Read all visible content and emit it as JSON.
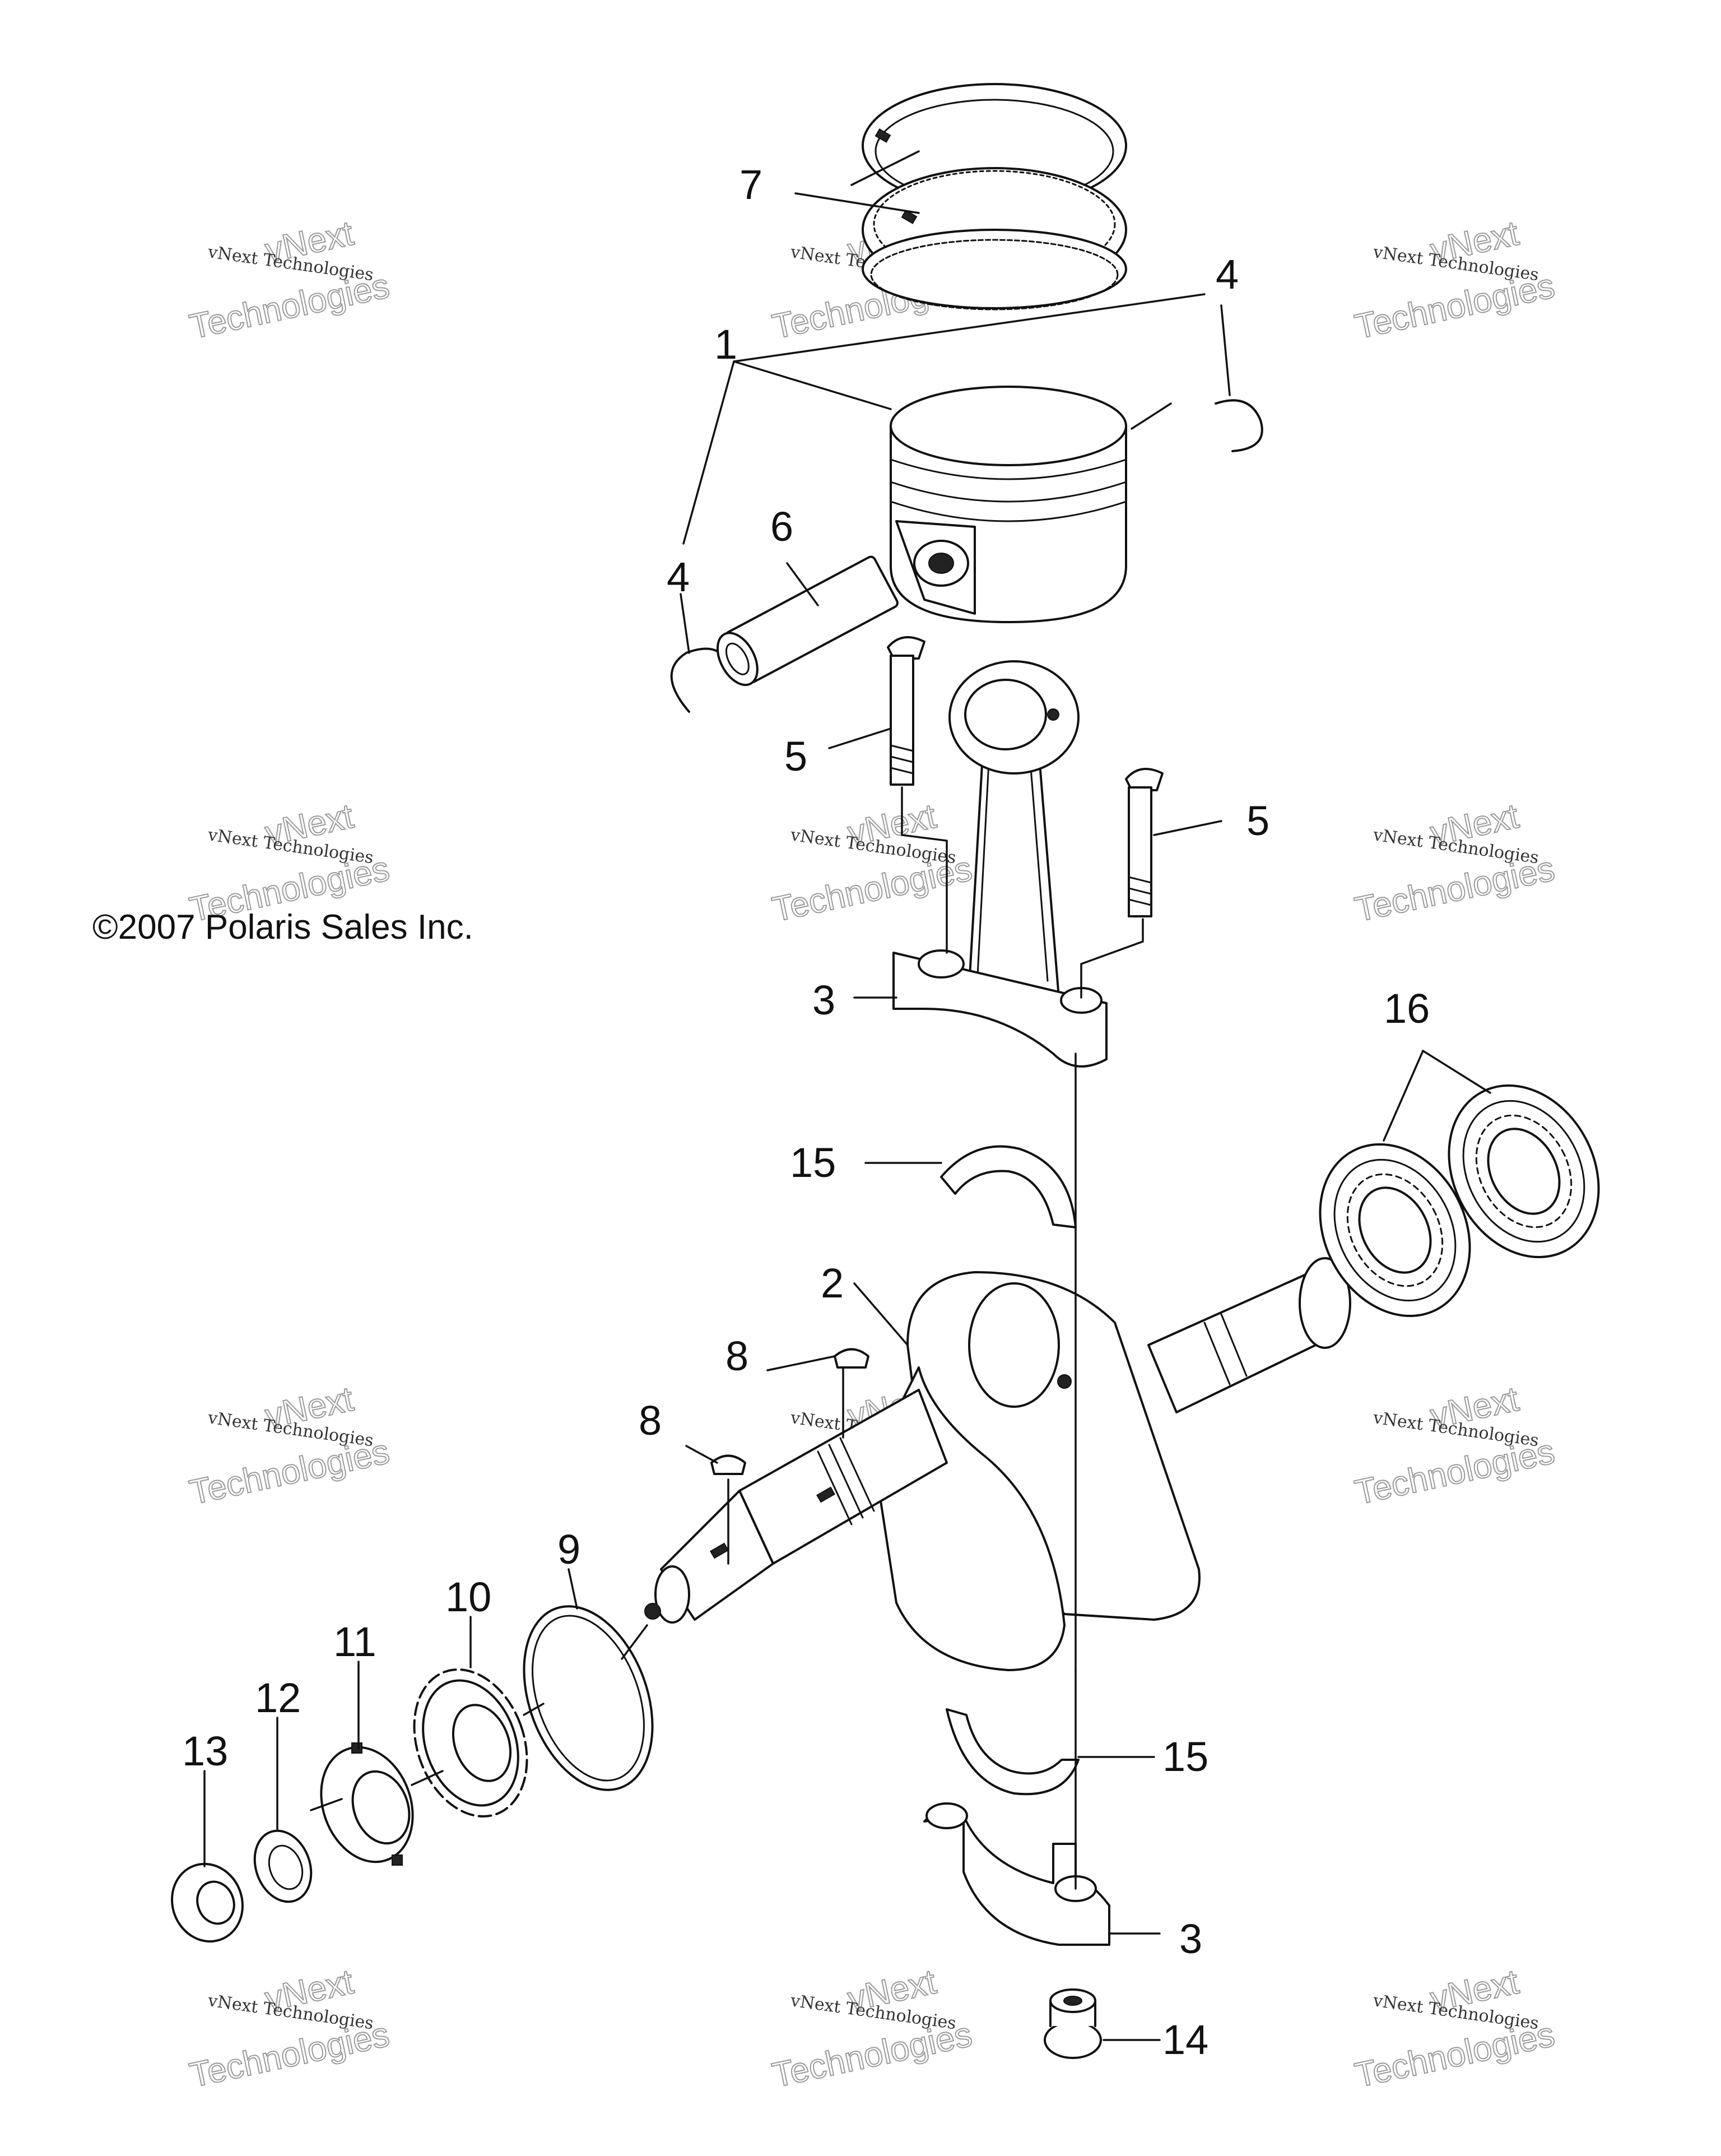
{
  "copyright": "©2007 Polaris Sales Inc.",
  "watermark": {
    "line1": "vNext",
    "line2": "vNext Technologies",
    "line3": "Technologies"
  },
  "callouts": [
    {
      "id": "1",
      "text": "1"
    },
    {
      "id": "2",
      "text": "2"
    },
    {
      "id": "3a",
      "text": "3"
    },
    {
      "id": "3b",
      "text": "3"
    },
    {
      "id": "4a",
      "text": "4"
    },
    {
      "id": "4b",
      "text": "4"
    },
    {
      "id": "5a",
      "text": "5"
    },
    {
      "id": "5b",
      "text": "5"
    },
    {
      "id": "6",
      "text": "6"
    },
    {
      "id": "7",
      "text": "7"
    },
    {
      "id": "8a",
      "text": "8"
    },
    {
      "id": "8b",
      "text": "8"
    },
    {
      "id": "9",
      "text": "9"
    },
    {
      "id": "10",
      "text": "10"
    },
    {
      "id": "11",
      "text": "11"
    },
    {
      "id": "12",
      "text": "12"
    },
    {
      "id": "13",
      "text": "13"
    },
    {
      "id": "14",
      "text": "14"
    },
    {
      "id": "15a",
      "text": "15"
    },
    {
      "id": "15b",
      "text": "15"
    },
    {
      "id": "16",
      "text": "16"
    }
  ]
}
